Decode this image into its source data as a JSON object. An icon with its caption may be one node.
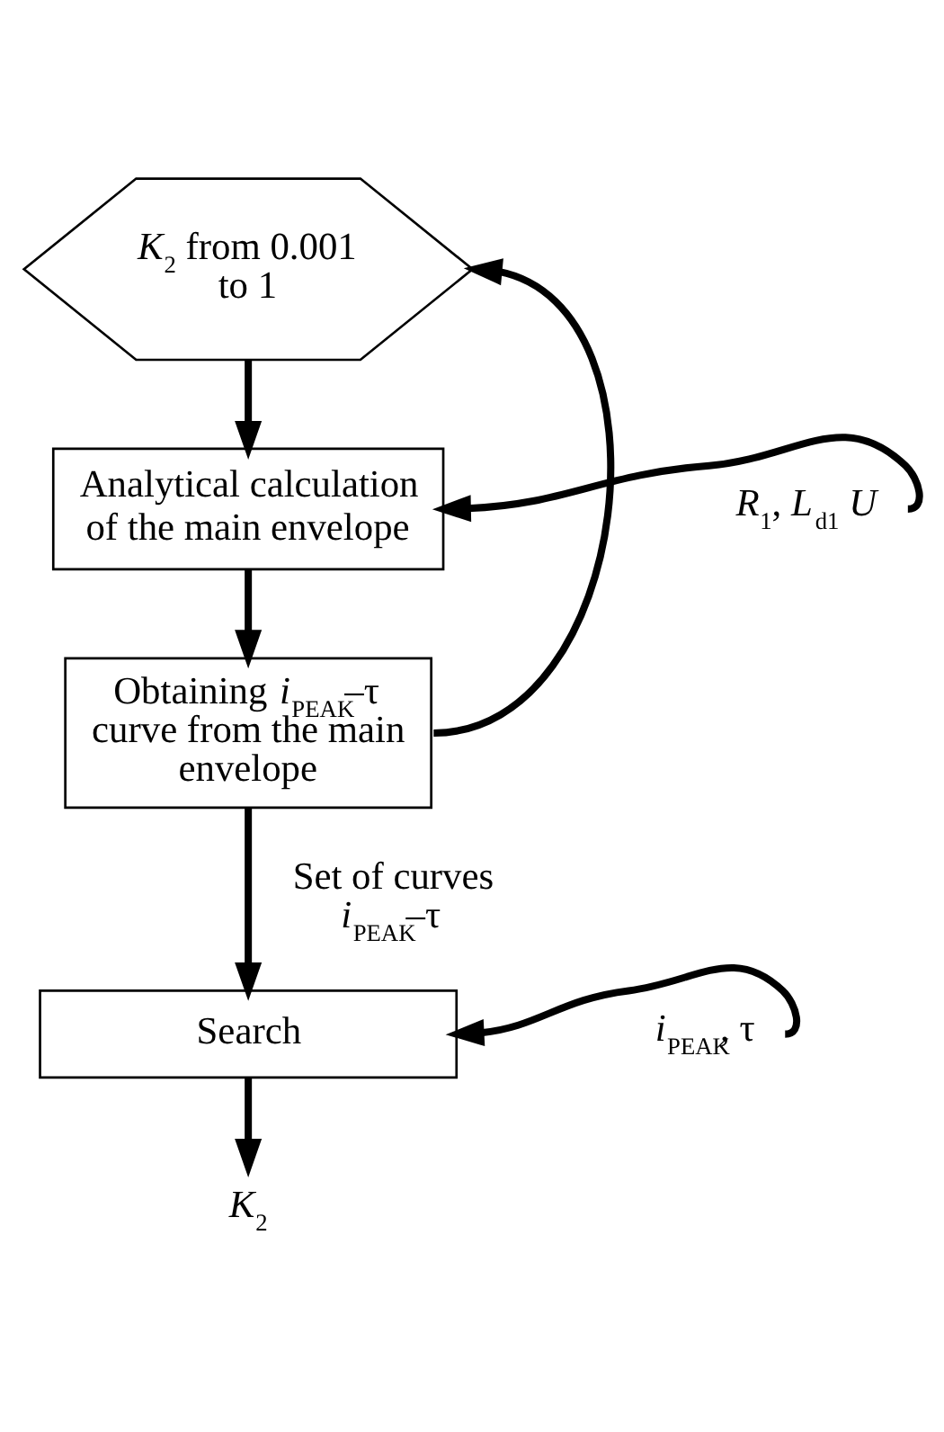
{
  "diagram": {
    "nodes": [
      {
        "text": [
          "*K*$_{2}$ from 0.001 to 1"
        ]
      },
      {
        "text": [
          "Analytical calculation of the main envelope"
        ]
      },
      {
        "text": [
          "Obtaining *i*$_{PEAK}$–τ curve from the main envelope"
        ]
      },
      {
        "text": [
          "Search"
        ]
      },
      {
        "text": [
          "*R*$_{1}$, *L*$_{d1}$ *U*"
        ]
      },
      {
        "text": [
          "*i*$_{PEAK}$, τ"
        ]
      },
      {
        "text": [
          "*K*$_{2}$"
        ]
      }
    ],
    "edges": [
      {
        "from": 0,
        "to": 1,
        "arrow": "to"
      },
      {
        "from": 4,
        "to": 1,
        "arrow": "to"
      },
      {
        "from": 1,
        "to": 2,
        "arrow": "to"
      },
      {
        "from": 2,
        "to": 3,
        "arrow": "to",
        "label": "Set of curves *i*$_{PEAK}$–τ"
      },
      {
        "from": 2,
        "to": 0,
        "arrow": "to"
      },
      {
        "from": 5,
        "to": 3,
        "arrow": "to"
      },
      {
        "from": 3,
        "to": 6,
        "arrow": "to"
      }
    ]
  }
}
